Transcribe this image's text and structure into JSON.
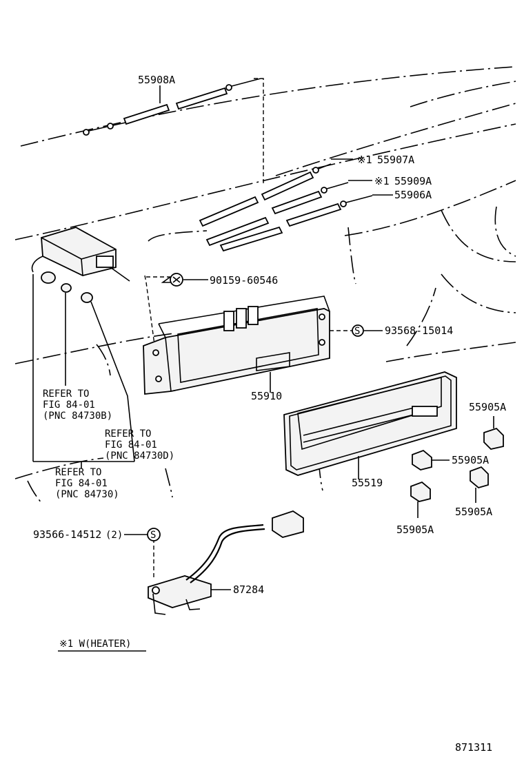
{
  "parts": {
    "p55908A": "55908A",
    "p55907A": "55907A",
    "p55909A": "55909A",
    "p55906A": "55906A",
    "p90159": "90159-60546",
    "p93568": "93568-15014",
    "p55910": "55910",
    "p55519": "55519",
    "p55905A_1": "55905A",
    "p55905A_2": "55905A",
    "p55905A_3": "55905A",
    "p55905A_4": "55905A",
    "p93566": "93566-14512",
    "p93566_qty": "(2)",
    "p87284": "87284"
  },
  "marks": {
    "note1": "※1",
    "note2": "※1",
    "s1": "S",
    "s2": "S"
  },
  "refs": {
    "r1_line1": "REFER TO",
    "r1_line2": "FIG 84-01",
    "r1_line3": "(PNC 84730B)",
    "r2_line1": "REFER TO",
    "r2_line2": "FIG 84-01",
    "r2_line3": "(PNC 84730D)",
    "r3_line1": "REFER TO",
    "r3_line2": "FIG 84-01",
    "r3_line3": "(PNC 84730)"
  },
  "footnote": "※1  W(HEATER)",
  "figure_number": "871311"
}
